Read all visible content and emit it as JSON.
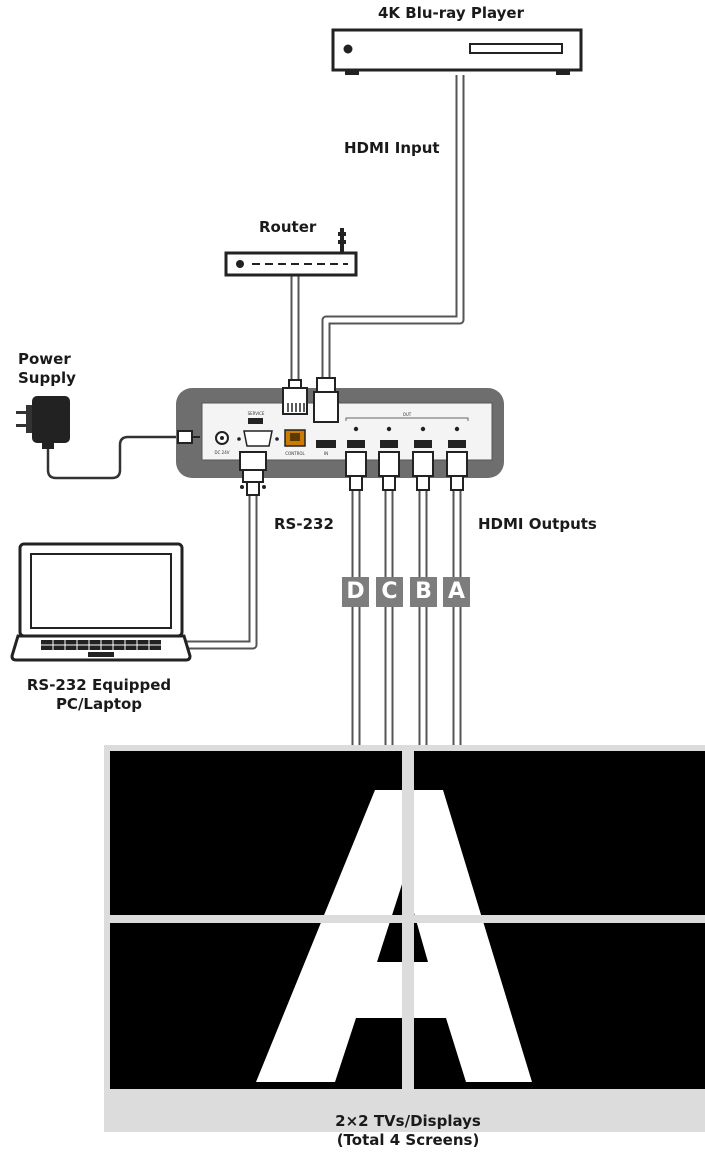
{
  "labels": {
    "player": "4K Blu-ray Player",
    "hdmi_input": "HDMI Input",
    "router": "Router",
    "power_supply": [
      "Power",
      "Supply"
    ],
    "rs232": "RS-232",
    "hdmi_outputs": "HDMI Outputs",
    "laptop": [
      "RS-232 Equipped",
      "PC/Laptop"
    ],
    "displays": [
      "2×2 TVs/Displays",
      "(Total 4 Screens)"
    ]
  },
  "device_panel": {
    "service": "SERVICE",
    "dc_in": "DC 24V",
    "control": "CONTROL",
    "in": "IN",
    "out": "OUT"
  },
  "output_letters": [
    "D",
    "C",
    "B",
    "A"
  ],
  "video_wall_content": "A",
  "colors": {
    "device_body": "#6e6e6e",
    "cable": "#555555",
    "letter_badge": "#7d7d7d",
    "screen": "#000000"
  }
}
